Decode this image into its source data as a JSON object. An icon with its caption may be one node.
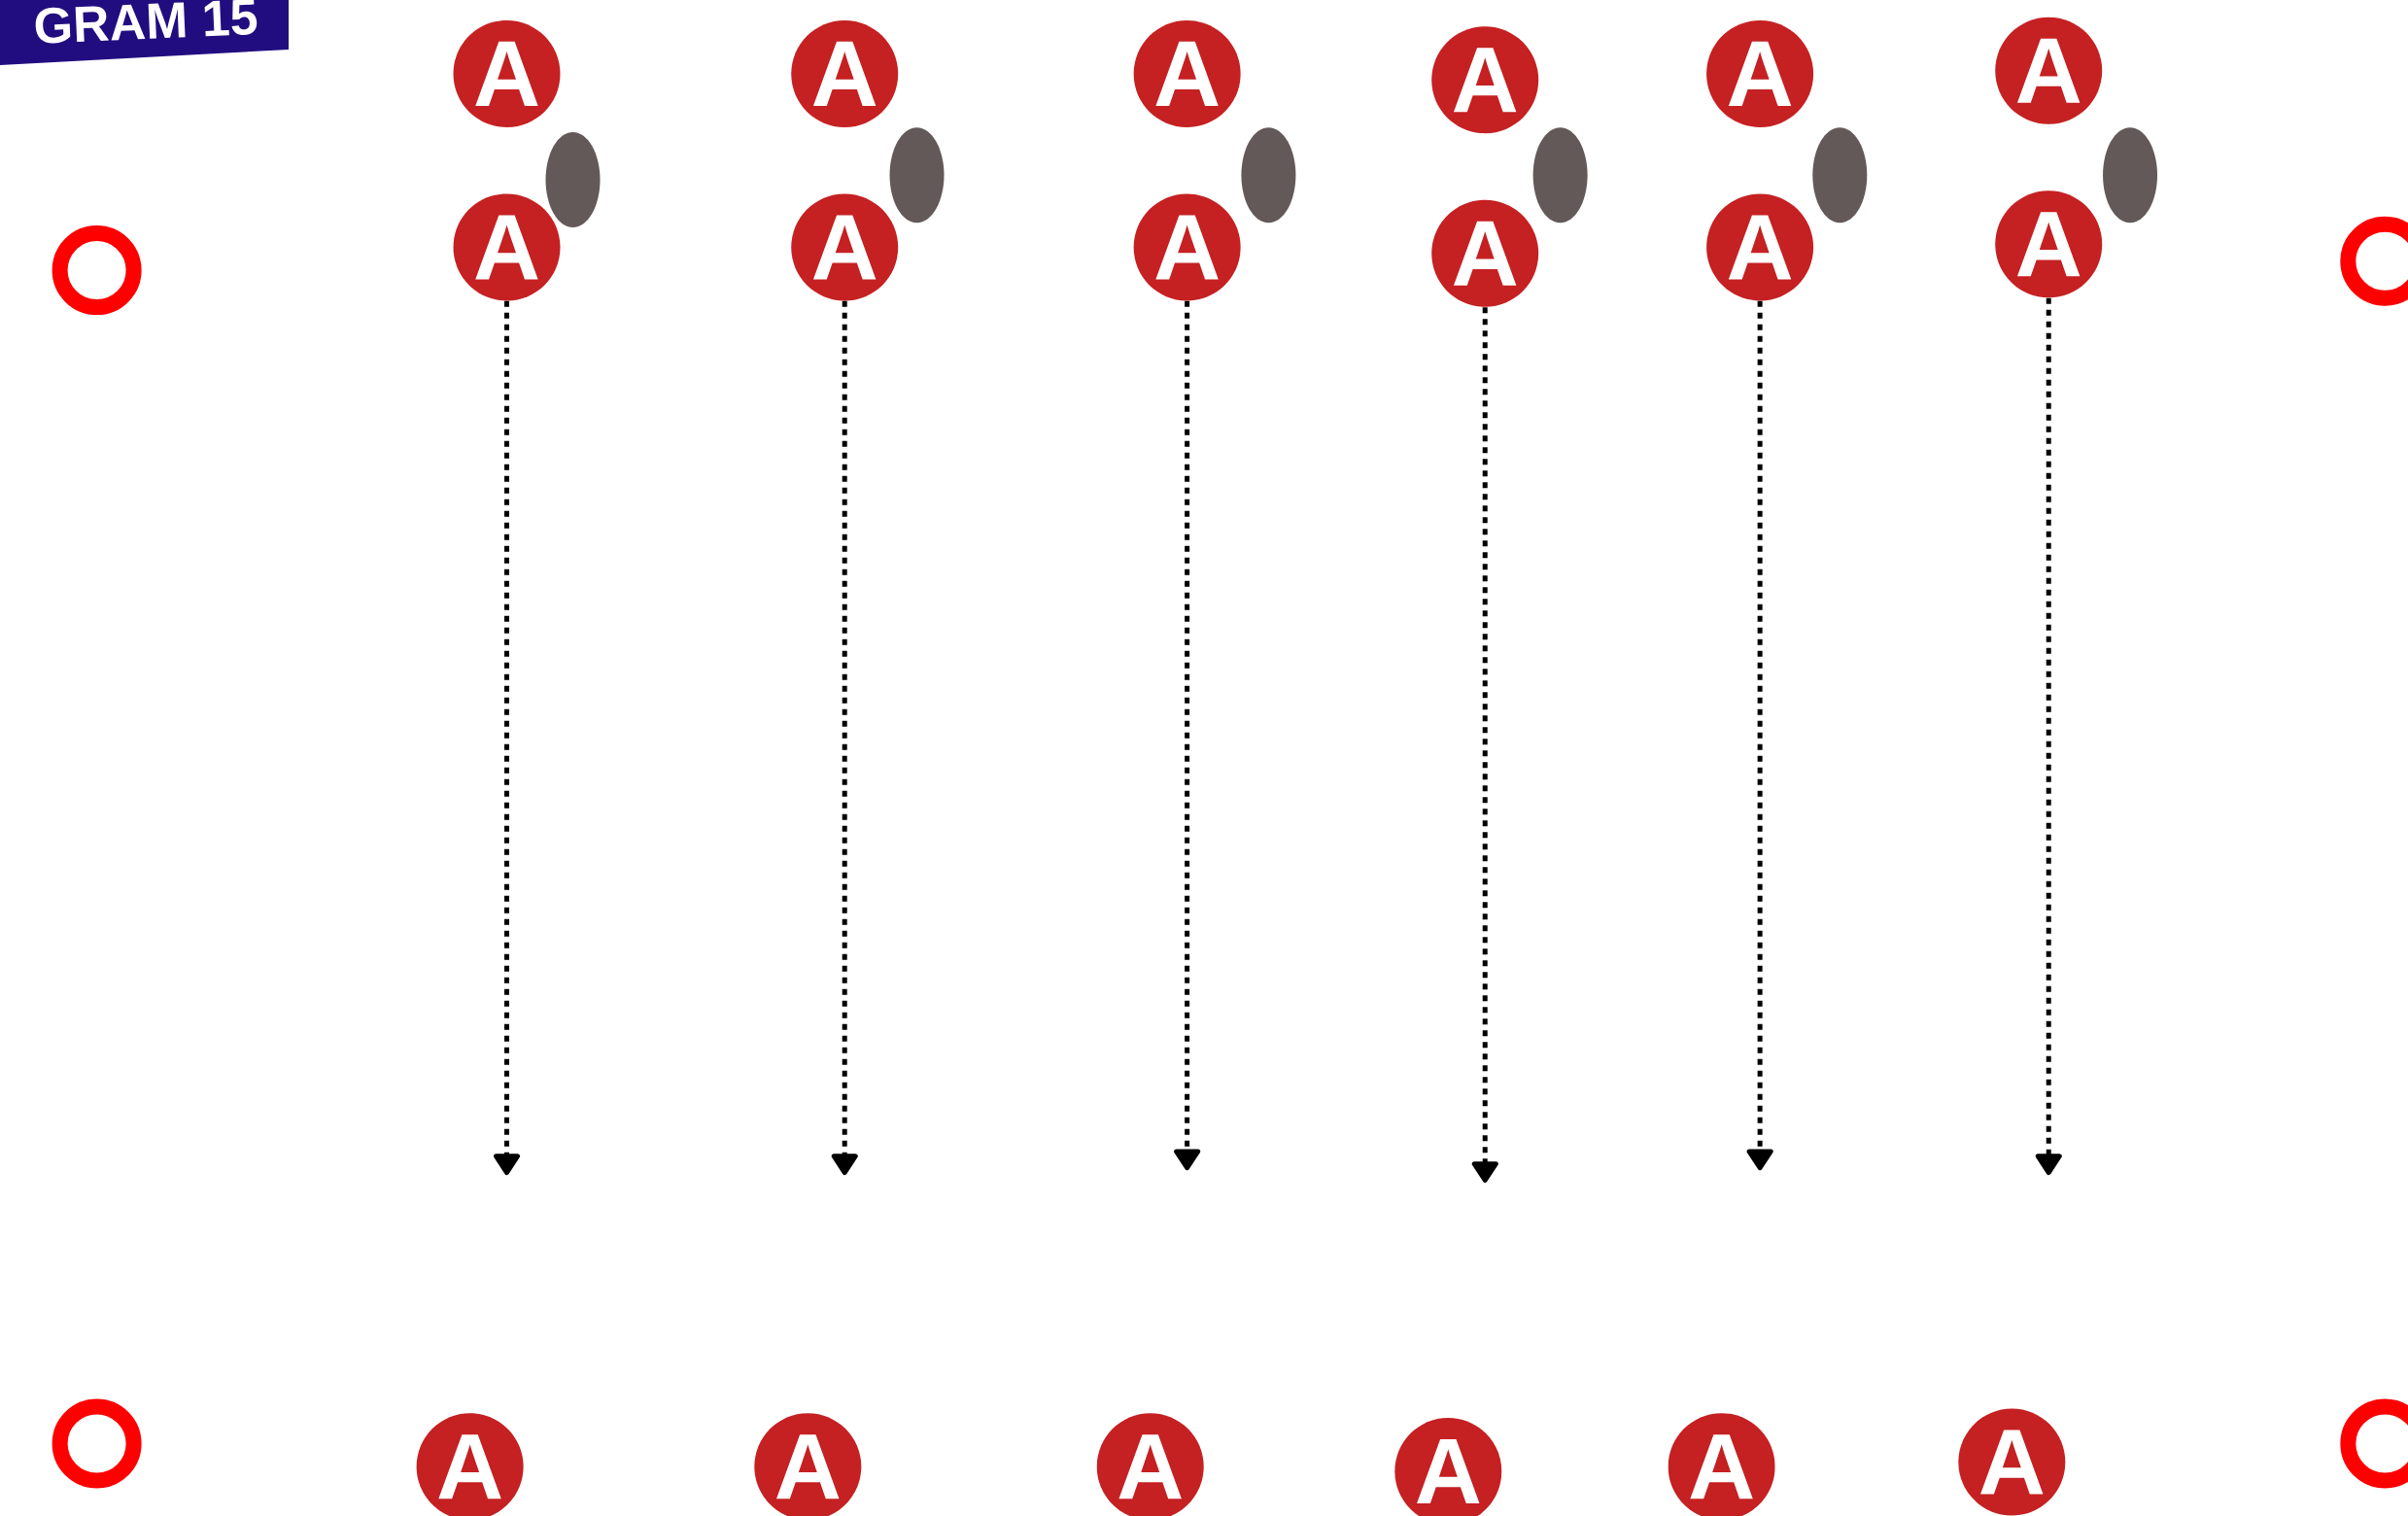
{
  "diagram": {
    "nodes": [
      {
        "text": [
          "A"
        ]
      },
      {
        "text": [
          "A"
        ]
      },
      {
        "text": [
          "A"
        ]
      },
      {
        "text": [
          "A"
        ]
      },
      {
        "text": [
          "A"
        ]
      },
      {
        "text": [
          "A"
        ]
      },
      {
        "text": [
          "A"
        ]
      },
      {
        "text": [
          "A"
        ]
      },
      {
        "text": [
          "A"
        ]
      },
      {
        "text": [
          "A"
        ]
      },
      {
        "text": [
          "A"
        ]
      },
      {
        "text": [
          "A"
        ]
      },
      {
        "text": [
          "A"
        ]
      },
      {
        "text": [
          "A"
        ]
      },
      {
        "text": [
          "A"
        ]
      },
      {
        "text": [
          "A"
        ]
      },
      {
        "text": [
          "A"
        ]
      },
      {
        "text": [
          "A"
        ]
      },
      {
        "text": [],
        "shape": "ring"
      },
      {
        "text": [],
        "shape": "ring"
      },
      {
        "text": [],
        "shape": "ring"
      },
      {
        "text": [],
        "shape": "ring"
      },
      {
        "text": [],
        "shape": "ball"
      },
      {
        "text": [],
        "shape": "ball"
      },
      {
        "text": [],
        "shape": "ball"
      },
      {
        "text": [],
        "shape": "ball"
      },
      {
        "text": [],
        "shape": "ball"
      },
      {
        "text": [],
        "shape": "ball"
      }
    ],
    "edges": [
      {
        "from": 6,
        "to": null,
        "arrow": "to",
        "style": "dashed"
      },
      {
        "from": 7,
        "to": null,
        "arrow": "to",
        "style": "dashed"
      },
      {
        "from": 8,
        "to": null,
        "arrow": "to",
        "style": "dashed"
      },
      {
        "from": 9,
        "to": null,
        "arrow": "to",
        "style": "dashed"
      },
      {
        "from": 10,
        "to": null,
        "arrow": "to",
        "style": "dashed"
      },
      {
        "from": 11,
        "to": null,
        "arrow": "to",
        "style": "dashed"
      }
    ],
    "labels": [
      "GRAM 15"
    ]
  }
}
